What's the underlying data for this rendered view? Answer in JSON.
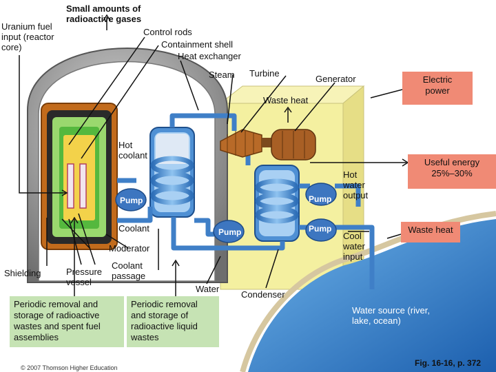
{
  "labels": {
    "small_amounts": "Small amounts of\nradioactive gases",
    "uranium": "Uranium fuel\ninput (reactor\ncore)",
    "control_rods": "Control rods",
    "containment": "Containment shell",
    "heat_exchanger": "Heat exchanger",
    "steam": "Steam",
    "turbine": "Turbine",
    "generator": "Generator",
    "waste_heat_top": "Waste heat",
    "hot_coolant": "Hot\ncoolant",
    "coolant": "Coolant",
    "moderator": "Moderator",
    "shielding": "Shielding",
    "pressure_vessel": "Pressure\nvessel",
    "coolant_passage": "Coolant\npassage",
    "water": "Water",
    "condenser": "Condenser",
    "hot_water_output": "Hot\nwater\noutput",
    "cool_water_input": "Cool\nwater\ninput",
    "water_source": "Water source (river,\nlake, ocean)"
  },
  "pumps": [
    "Pump",
    "Pump",
    "Pump",
    "Pump"
  ],
  "boxes": {
    "electric_power": "Electric\npower",
    "useful_energy": "Useful energy\n25%–30%",
    "waste_heat": "Waste heat",
    "removal_solid": "Periodic removal and\nstorage of radioactive\nwastes and spent fuel\nassemblies",
    "removal_liquid": "Periodic removal\nand storage of\nradioactive liquid\nwastes"
  },
  "caption": "Fig. 16-16, p. 372",
  "copyright": "© 2007 Thomson Higher Education",
  "colors": {
    "green_box": "#c6e3b4",
    "salmon_box": "#f08a75",
    "yellow_building": "#f4f0a0",
    "water_blue": "#2f7fc8",
    "shell_gray": "#8a8a8a"
  }
}
